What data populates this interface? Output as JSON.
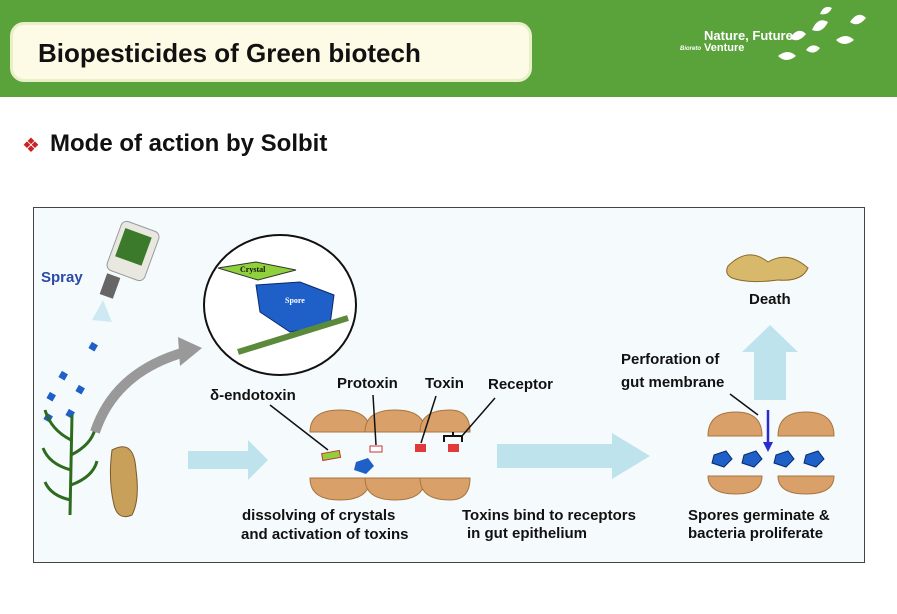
{
  "header": {
    "title": "Biopesticides of Green biotech",
    "brand_line1": "Nature, Future",
    "brand_line2": "Venture",
    "brand_small": "Bioreto"
  },
  "section": {
    "bullet": "❖",
    "subtitle": "Mode of action by Solbit"
  },
  "diagram": {
    "spray": "Spray",
    "crystal": "Crystal",
    "spore": "Spore",
    "endotoxin": "δ-endotoxin",
    "protoxin": "Protoxin",
    "toxin": "Toxin",
    "receptor": "Receptor",
    "perforation_line1": "Perforation of",
    "perforation_line2": "gut membrane",
    "death": "Death",
    "step1_line1": "dissolving of crystals",
    "step1_line2": "and activation of toxins",
    "step2_line1": "Toxins bind to receptors",
    "step2_line2": "in gut epithelium",
    "step3_line1": "Spores germinate &",
    "step3_line2": "bacteria proliferate"
  },
  "colors": {
    "header_green": "#5aa23a",
    "arrow_lightblue": "#bfe3ec",
    "membrane_tan": "#d9a06a",
    "spore_blue": "#1e5fc8",
    "toxin_red": "#e23a3a"
  }
}
